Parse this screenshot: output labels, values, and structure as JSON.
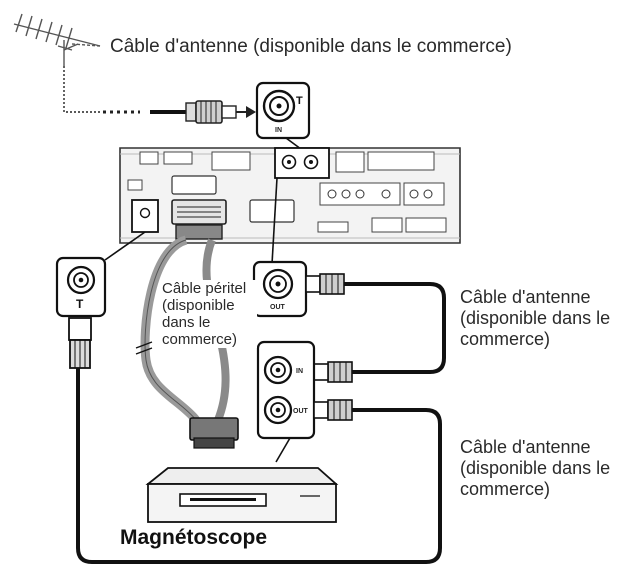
{
  "labels": {
    "antenna_cable_top": "Câble d'antenne (disponible dans le commerce)",
    "antenna_cable_right_1": "Câble d'antenne (disponible dans le commerce)",
    "antenna_cable_right_2": "Câble d'antenne (disponible dans le commerce)",
    "peritel_cable": "Câble péritel (disponible dans le commerce)",
    "vcr": "Magnétoscope"
  },
  "port_marks": {
    "in": "IN",
    "out": "OUT",
    "t": "T"
  },
  "colors": {
    "line": "#1a1a1a",
    "panel": "#f3f3f3",
    "gray_cable": "#9a9a9a"
  }
}
